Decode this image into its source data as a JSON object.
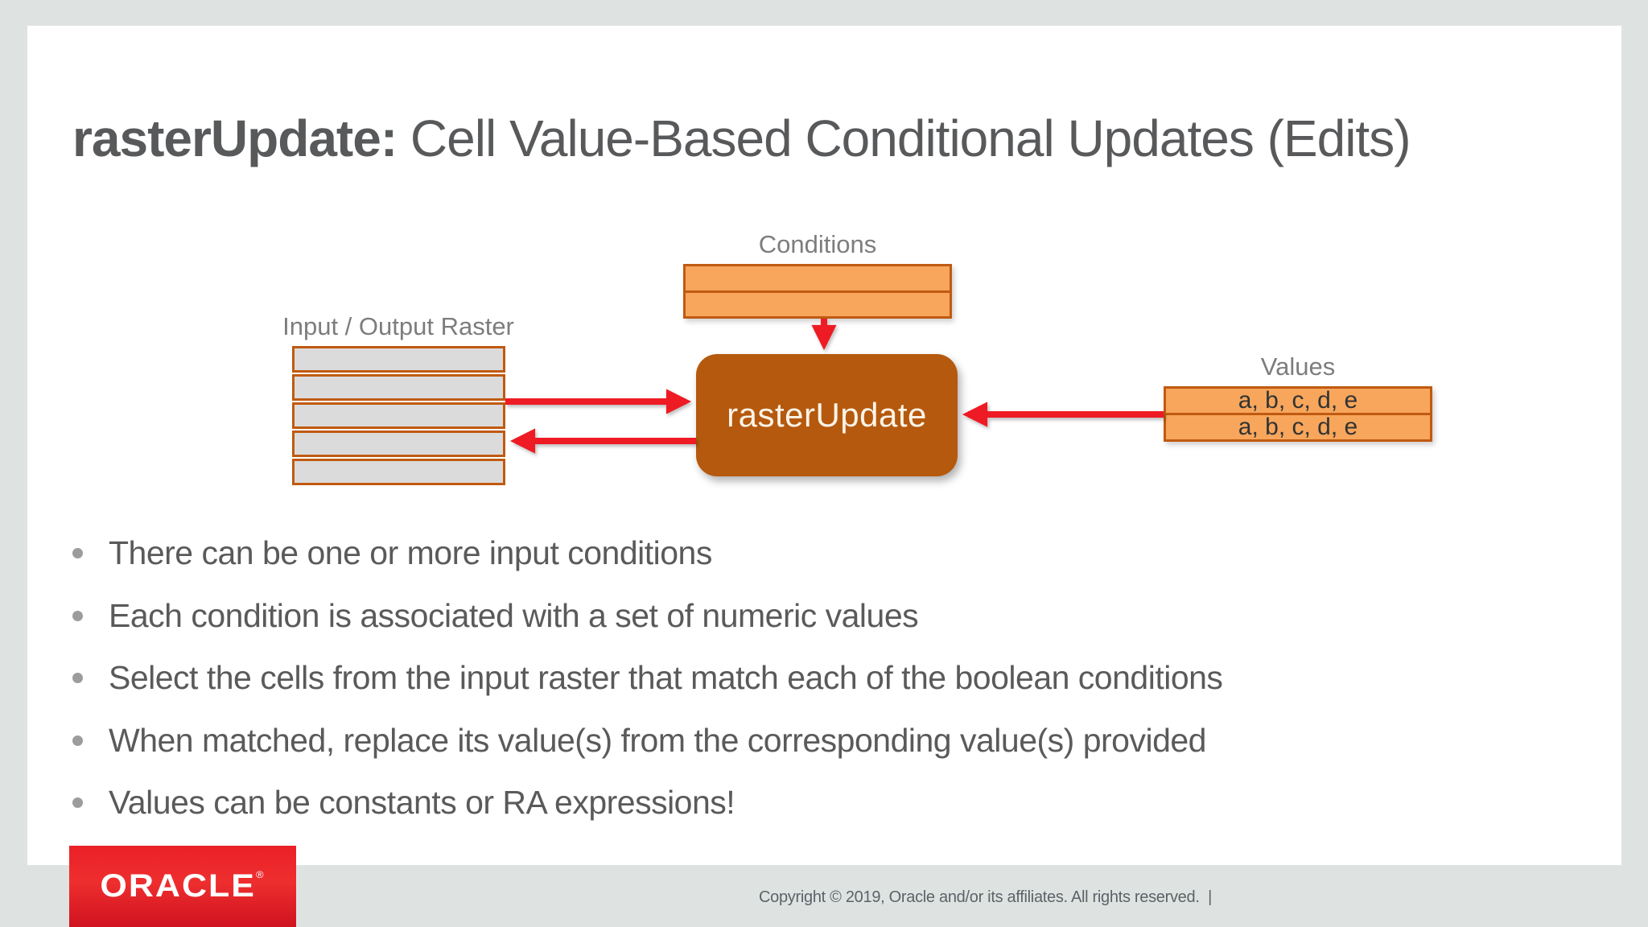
{
  "slide": {
    "title": {
      "bold": "rasterUpdate:",
      "rest": " Cell Value-Based Conditional Updates (Edits)"
    },
    "diagram": {
      "conditions_label": "Conditions",
      "raster_label": "Input / Output Raster",
      "values_label": "Values",
      "process_label": "rasterUpdate",
      "conditions_row_count": 2,
      "raster_row_count": 5,
      "values_rows": [
        "a, b, c, d, e",
        "a, b, c, d, e"
      ]
    },
    "bullets": [
      "There can be one or more input conditions",
      "Each condition is associated with a set of numeric values",
      "Select the cells from the input raster that match each of the boolean conditions",
      "When matched, replace its value(s) from the corresponding value(s) provided",
      "Values can be constants or RA expressions!"
    ],
    "colors": {
      "background_gray": "#dee3e1",
      "accent_fill": "#f7a65c",
      "accent_border": "#c05a11",
      "process_fill": "#b5590e",
      "raster_fill": "#dbdbdb",
      "arrow_red": "#ee1b24",
      "title_gray": "#58595b",
      "oracle_red": "#e2231a"
    },
    "footer": {
      "logo_text": "ORACLE",
      "registered_mark": "®",
      "copyright": "Copyright © 2019, Oracle and/or its affiliates. All rights reserved.  |"
    }
  }
}
